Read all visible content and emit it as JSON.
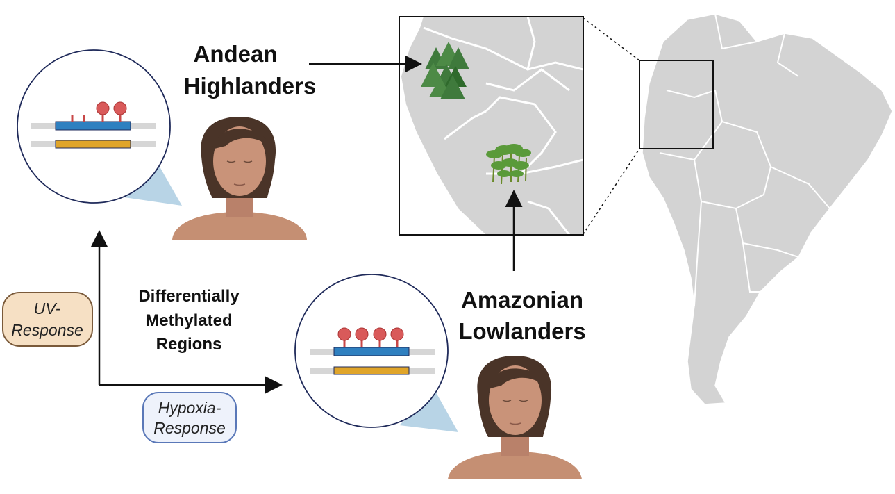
{
  "labels": {
    "andean_line1": "Andean",
    "andean_line2": "Highlanders",
    "amazonian_line1": "Amazonian",
    "amazonian_line2": "Lowlanders",
    "dmr_line1": "Differentially",
    "dmr_line2": "Methylated",
    "dmr_line3": "Regions",
    "uv_line1": "UV-",
    "uv_line2": "Response",
    "hypoxia_line1": "Hypoxia-",
    "hypoxia_line2": "Response"
  },
  "methylation": {
    "highlander_methylated_sites": 2,
    "highlander_unmethylated_sites": 2,
    "lowlander_methylated_sites": 4,
    "lowlander_unmethylated_sites": 0
  },
  "colors": {
    "map_fill": "#d3d3d3",
    "map_border": "#ffffff",
    "dna_blue": "#2f80c0",
    "dna_gold": "#e0a52a",
    "lollipop_red": "#d95a5a",
    "strand_gray": "#d6d6d6",
    "circle_outline": "#1f2a5a",
    "uv_pill_fill": "#f6e0c4",
    "uv_pill_border": "#7a5a3a",
    "hypoxia_pill_fill": "#eef2fb",
    "hypoxia_pill_border": "#5a78b8",
    "skin": "#c58f73",
    "hair": "#4a3428",
    "mountain_green": "#3f7a3c",
    "palm_green": "#5a9a3a"
  },
  "icons": [
    "mountain-icon",
    "palm-tree-icon",
    "person-icon",
    "dna-methylation-icon"
  ]
}
